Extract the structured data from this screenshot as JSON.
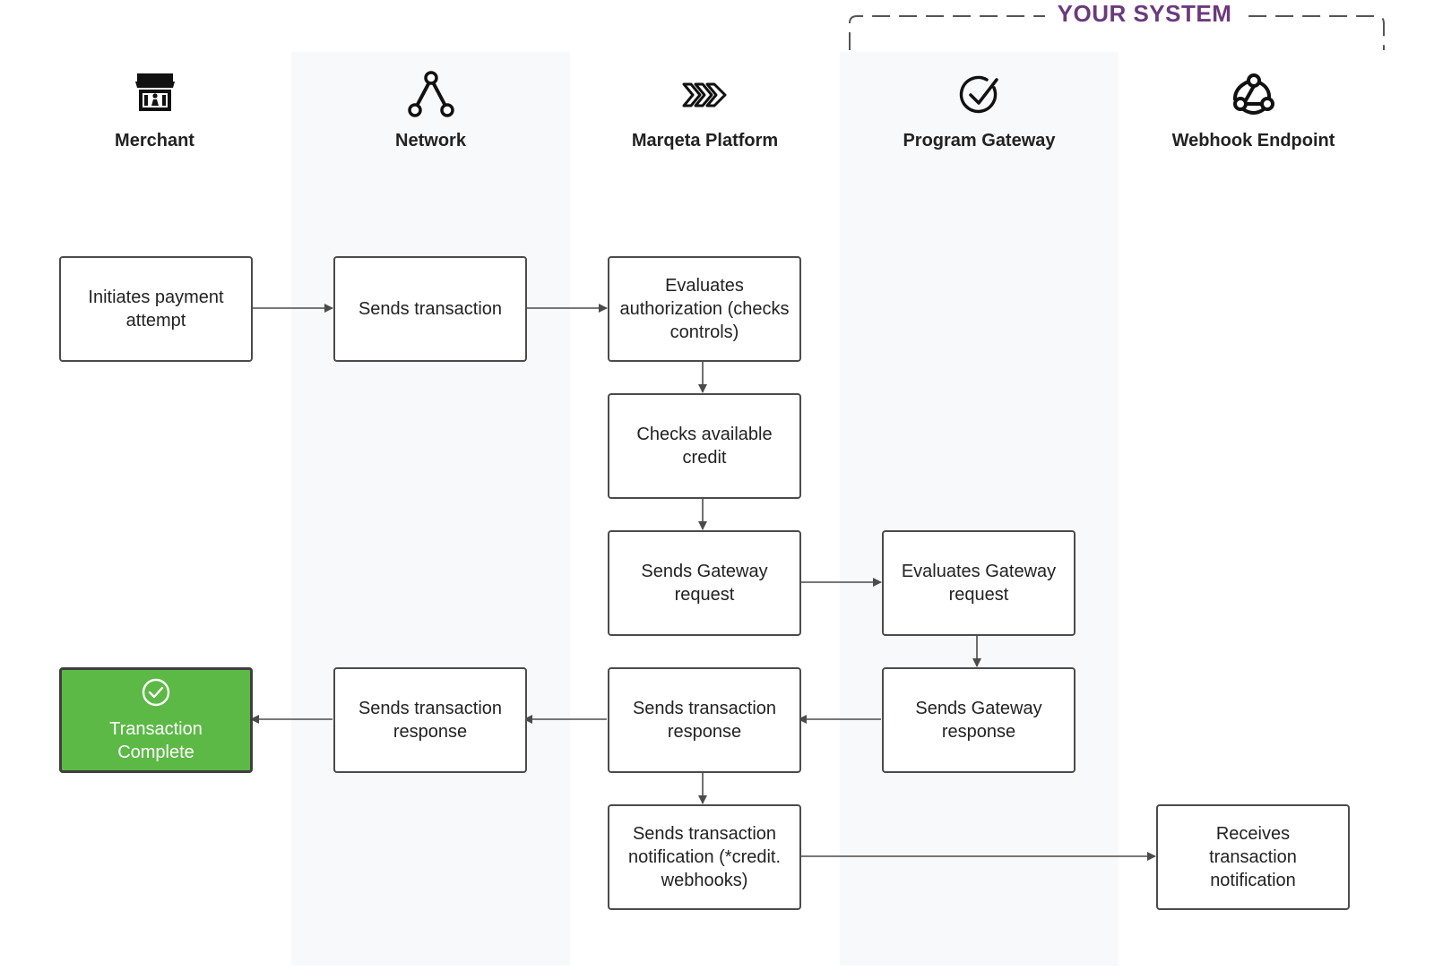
{
  "your_system": {
    "label": "YOUR SYSTEM",
    "color": "#6b3a7c"
  },
  "lanes": [
    {
      "key": "merchant",
      "title": "Merchant",
      "icon": "storefront-icon"
    },
    {
      "key": "network",
      "title": "Network",
      "icon": "network-nodes-icon"
    },
    {
      "key": "marqeta",
      "title": "Marqeta Platform",
      "icon": "marqeta-chevrons-icon"
    },
    {
      "key": "gateway",
      "title": "Program Gateway",
      "icon": "check-circle-icon"
    },
    {
      "key": "webhook",
      "title": "Webhook Endpoint",
      "icon": "webhook-icon"
    }
  ],
  "steps": {
    "initiate": "Initiates payment attempt",
    "send_txn": "Sends transaction",
    "evaluate_auth": "Evaluates authorization (checks controls)",
    "check_credit": "Checks available credit",
    "send_gw_request": "Sends Gateway request",
    "eval_gw_request": "Evaluates Gateway request",
    "send_gw_response": "Sends Gateway response",
    "marqeta_txn_response": "Sends transaction response",
    "network_txn_response": "Sends transaction response",
    "complete": "Transaction Complete",
    "send_notification": "Sends transaction notification (*credit. webhooks)",
    "receive_notification": "Receives transaction notification"
  },
  "colors": {
    "complete_fill": "#5cb946",
    "box_border": "#4b4b4b",
    "lane_fill": "#f8f9fa",
    "connector": "#4b4b4b"
  }
}
